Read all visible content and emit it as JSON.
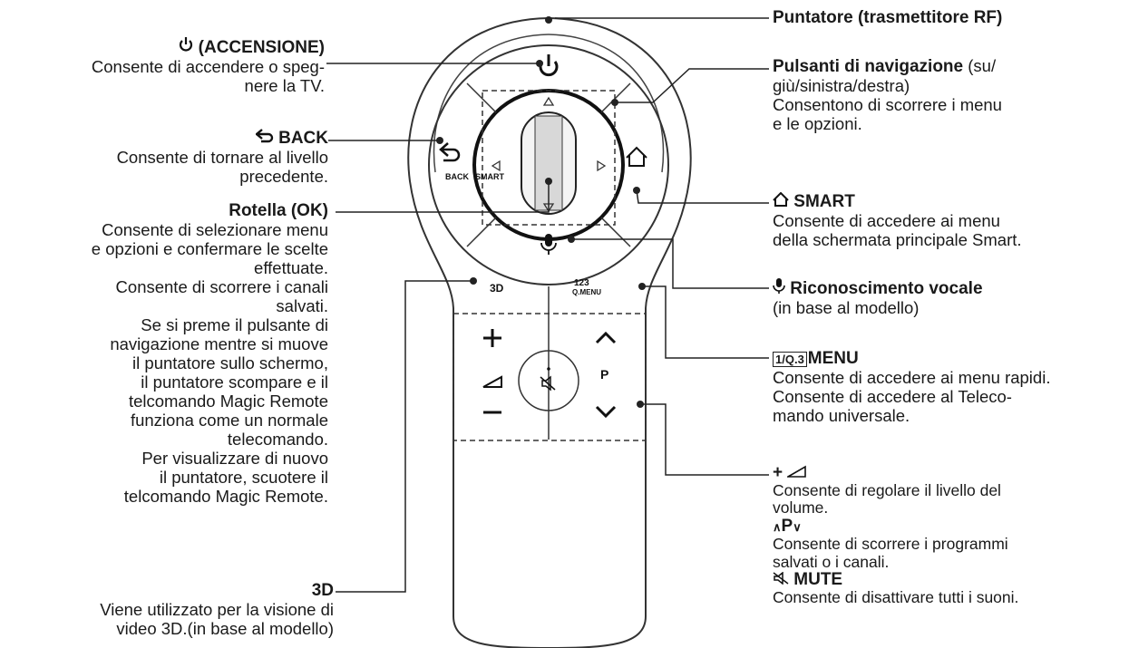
{
  "remote": {
    "back_label": "BACK",
    "smart_label": "SMART",
    "three_d_label": "3D",
    "qmenu_top": "123",
    "qmenu_bottom": "Q.MENU",
    "p_label": "P"
  },
  "callouts": {
    "power": {
      "title": "(ACCENSIONE)",
      "desc": [
        "Consente di accendere o speg-",
        "nere la TV."
      ]
    },
    "back": {
      "title": "BACK",
      "desc": [
        "Consente di tornare al livello",
        "precedente."
      ]
    },
    "wheel": {
      "title": "Rotella (OK)",
      "desc": [
        "Consente di selezionare menu",
        "e opzioni e confermare le scelte",
        "effettuate.",
        "Consente di scorrere i canali",
        "salvati.",
        "Se si preme il pulsante di",
        "navigazione mentre si muove",
        "il puntatore sullo schermo,",
        "il puntatore scompare e il",
        "telcomando Magic Remote",
        "funziona come un normale",
        "telecomando.",
        "Per visualizzare di nuovo",
        "il puntatore, scuotere il",
        "telcomando Magic Remote."
      ]
    },
    "three_d": {
      "title": "3D",
      "desc": [
        "Viene utilizzato per la visione di",
        "video 3D.(in base al modello)"
      ]
    },
    "pointer": {
      "title": "Puntatore (trasmettitore RF)"
    },
    "navigation": {
      "title": "Pulsanti di navigazione",
      "title_suffix": "(su/",
      "desc": [
        "giù/sinistra/destra)",
        "Consentono di scorrere i menu",
        "e le opzioni."
      ]
    },
    "smart": {
      "title": "SMART",
      "desc": [
        "Consente di accedere ai menu",
        "della schermata principale Smart."
      ]
    },
    "voice": {
      "title": "Riconoscimento vocale",
      "desc": [
        "(in base al modello)"
      ]
    },
    "qmenu": {
      "title": "MENU",
      "box_text": "1/Q.3",
      "desc": [
        "Consente di accedere ai menu rapidi.",
        "Consente di accedere al Teleco-",
        "mando universale."
      ]
    },
    "volume": {
      "title": "+",
      "desc": [
        "Consente di regolare il livello del",
        "volume."
      ]
    },
    "program": {
      "title": "P",
      "desc": [
        "Consente di scorrere i programmi",
        "salvati o i canali."
      ]
    },
    "mute": {
      "title": "MUTE",
      "desc": [
        "Consente di disattivare tutti i suoni."
      ]
    }
  }
}
